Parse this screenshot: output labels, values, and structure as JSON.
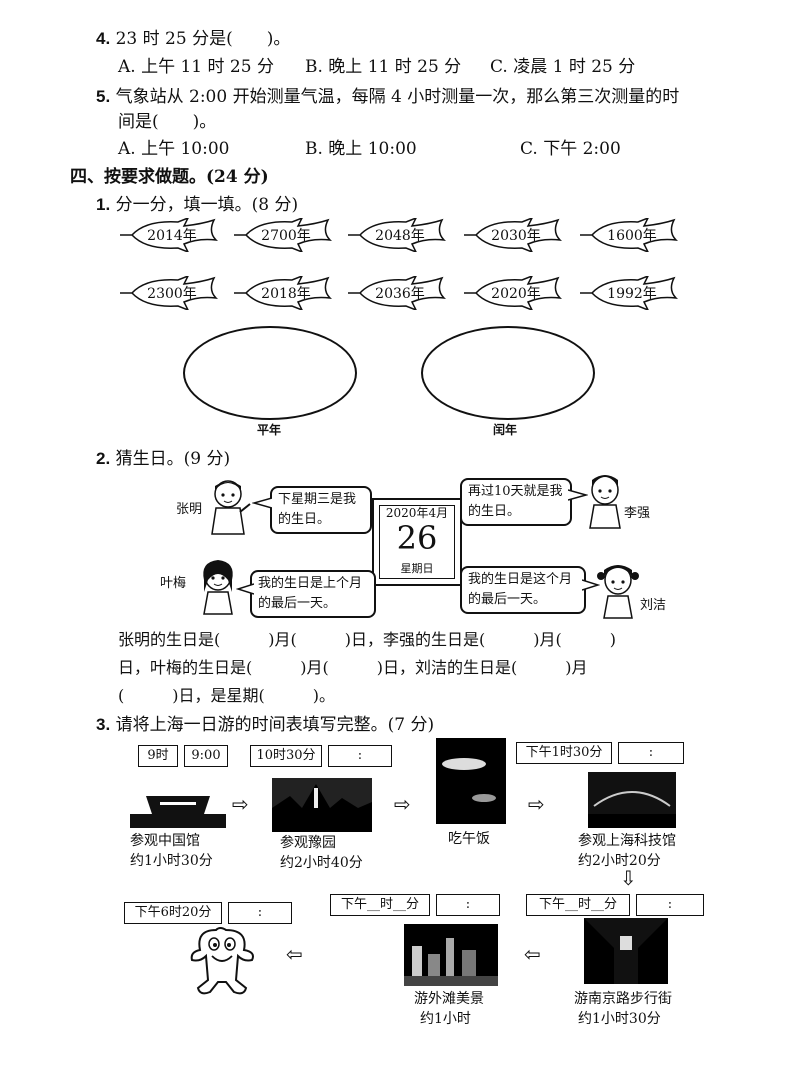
{
  "q4": {
    "number": "4.",
    "text": "23 时 25 分是(　　)。",
    "options": [
      "A. 上午 11 时 25 分",
      "B. 晚上 11 时 25 分",
      "C. 凌晨 1 时 25 分"
    ]
  },
  "q5": {
    "number": "5.",
    "text_line1": "气象站从 2:00 开始测量气温，每隔 4 小时测量一次，那么第三次测量的时",
    "text_line2": "间是(　　)。",
    "options": [
      "A. 上午 10:00",
      "B. 晚上 10:00",
      "C. 下午 2:00"
    ]
  },
  "section4": {
    "title": "四、按要求做题。(24 分)"
  },
  "p1": {
    "number": "1.",
    "text": "分一分，填一填。(8 分)",
    "leaves_row1": [
      "2014年",
      "2700年",
      "2048年",
      "2030年",
      "1600年"
    ],
    "leaves_row2": [
      "2300年",
      "2018年",
      "2036年",
      "2020年",
      "1992年"
    ],
    "ellipse_labels": [
      "平年",
      "闰年"
    ]
  },
  "p2": {
    "number": "2.",
    "text": "猜生日。(9 分)",
    "calendar": {
      "header": "2020年4月",
      "day": "26",
      "weekday": "星期日"
    },
    "names": [
      "张明",
      "李强",
      "叶梅",
      "刘洁"
    ],
    "bubbles": [
      "下星期三是我的生日。",
      "再过10天就是我的生日。",
      "我的生日是上个月的最后一天。",
      "我的生日是这个月的最后一天。"
    ],
    "answer_line1": "张明的生日是(　　　)月(　　　)日，李强的生日是(　　　)月(　　　)",
    "answer_line2": "日，叶梅的生日是(　　　)月(　　　)日，刘洁的生日是(　　　)月",
    "answer_line3": "(　　　)日，是星期(　　　)。"
  },
  "p3": {
    "number": "3.",
    "text": "请将上海一日游的时间表填写完整。(7 分)",
    "times": {
      "t1a": "9时",
      "t1b": "9:00",
      "t2": "10时30分",
      "t3": "下午1时30分",
      "t4": "下午6时20分",
      "t5": "下午__时__分",
      "t6": "下午__时__分"
    },
    "blank_colon": ":",
    "activities": {
      "a1": "参观中国馆",
      "a1d": "约1小时30分",
      "a2": "参观豫园",
      "a2d": "约2小时40分",
      "a3": "吃午饭",
      "a4": "参观上海科技馆",
      "a4d": "约2小时20分",
      "a5": "游外滩美景",
      "a5d": "约1小时",
      "a6": "游南京路步行街",
      "a6d": "约1小时30分"
    },
    "arrows": {
      "right": "⇨",
      "left": "⇦",
      "down": "⇩"
    }
  }
}
